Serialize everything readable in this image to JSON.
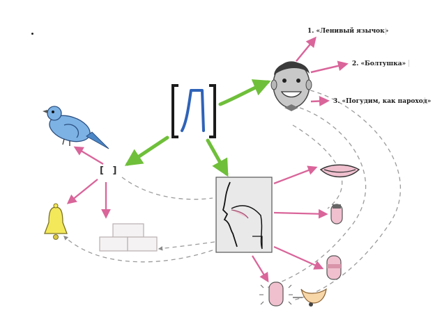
{
  "phoneme": {
    "letter": "Л",
    "small_brackets": "[  ]"
  },
  "exercises": [
    {
      "text": "1. «Ленивый язычок»"
    },
    {
      "text": "2. «Болтушка»"
    },
    {
      "text": "3. «Погудим, как пароход»"
    }
  ],
  "icons": {
    "main_letter": "letter-l-icon",
    "face": "smiling-boy-face-icon",
    "bird": "blue-bird-icon",
    "bell": "bell-icon",
    "blocks": "syllable-blocks-icon",
    "mouth_profile": "articulation-profile-icon",
    "lips": "smiling-lips-icon",
    "tongue_tip": "tongue-tip-icon",
    "tongue_raised": "raised-tongue-icon",
    "vocal_cords": "vocal-cord-icon",
    "tongue_shape": "tongue-shape-icon"
  },
  "colors": {
    "green_arrow": "#6fbf3a",
    "pink_arrow": "#d9659a",
    "dashed_curve": "#9a9a9a",
    "bracket_black": "#1b1b1b",
    "letter_blue": "#2f63b8",
    "bird_blue": "#7db2e4",
    "bell_yellow": "#f3e85a",
    "tongue_pink": "#f0c0cf"
  }
}
